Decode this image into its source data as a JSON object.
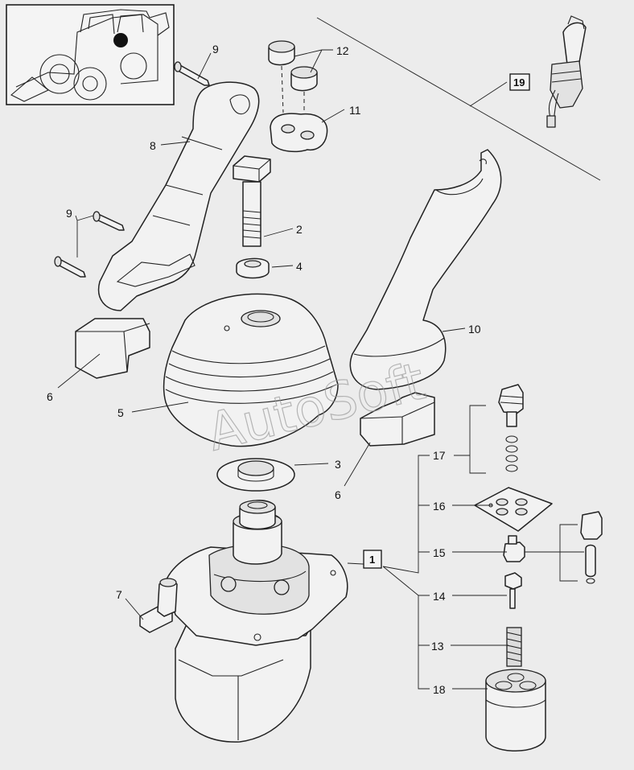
{
  "watermark": "AutoSoft",
  "callouts": {
    "c9a": "9",
    "c12": "12",
    "c11": "11",
    "c19": "19",
    "c8": "8",
    "c9b": "9",
    "c2": "2",
    "c4": "4",
    "c10": "10",
    "c6a": "6",
    "c5": "5",
    "c3": "3",
    "c6b": "6",
    "c17": "17",
    "c16": "16",
    "c15": "15",
    "c1": "1",
    "c7": "7",
    "c14": "14",
    "c13": "13",
    "c18": "18"
  }
}
